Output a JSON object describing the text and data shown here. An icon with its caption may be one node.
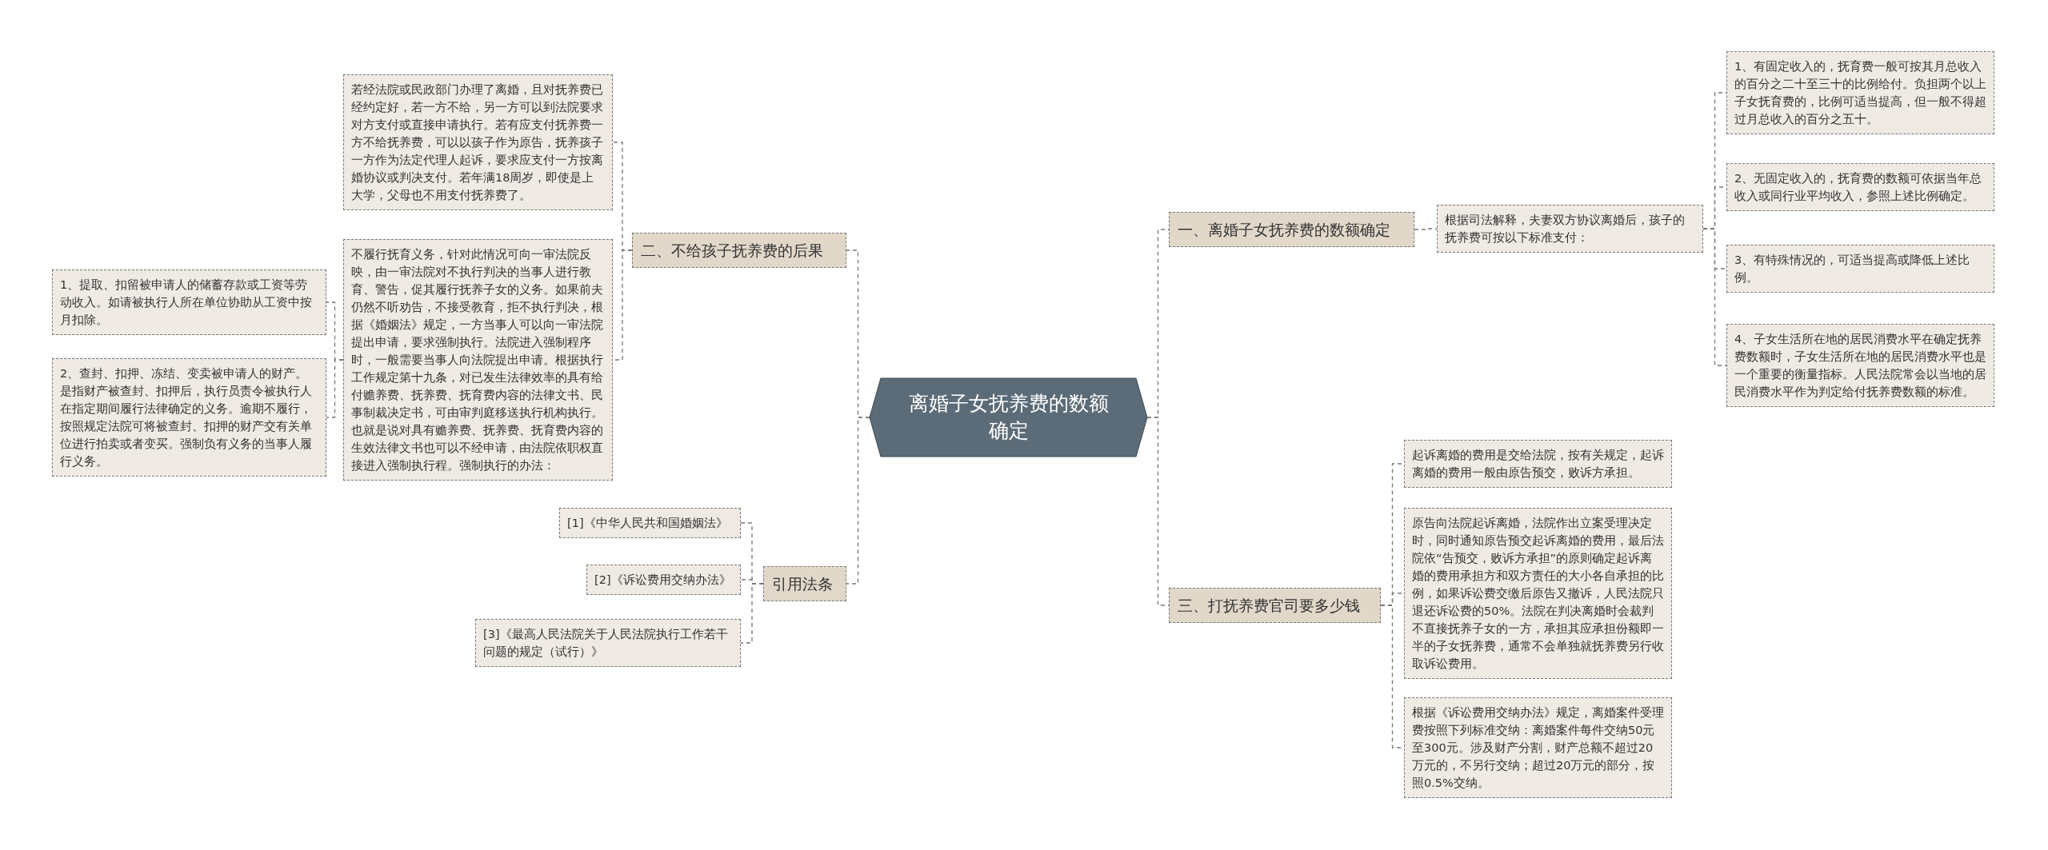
{
  "diagram": {
    "nodes": [
      {
        "text": [
          "离婚子女抚养费的数额确定"
        ]
      },
      {
        "text": [
          "一、离婚子女抚养费的数额确定"
        ]
      },
      {
        "text": [
          "根据司法解释，夫妻双方协议离婚后，孩子的抚养费可按以下标准支付："
        ]
      },
      {
        "text": [
          "1、有固定收入的，抚育费一般可按其月总收入的百分之二十至三十的比例给付。负担两个以上子女抚育费的，比例可适当提高，但一般不得超过月总收入的百分之五十。"
        ]
      },
      {
        "text": [
          "2、无固定收入的，抚育费的数额可依据当年总收入或同行业平均收入，参照上述比例确定。"
        ]
      },
      {
        "text": [
          "3、有特殊情况的，可适当提高或降低上述比例。"
        ]
      },
      {
        "text": [
          "4、子女生活所在地的居民消费水平在确定抚养费数额时，子女生活所在地的居民消费水平也是一个重要的衡量指标。人民法院常会以当地的居民消费水平作为判定给付抚养费数额的标准。"
        ]
      },
      {
        "text": [
          "二、不给孩子抚养费的后果"
        ]
      },
      {
        "text": [
          "若经法院或民政部门办理了离婚，且对抚养费已经约定好，若一方不给，另一方可以到法院要求对方支付或直接申请执行。若有应支付抚养费一方不给抚养费，可以以孩子作为原告，抚养孩子一方作为法定代理人起诉，要求应支付一方按离婚协议或判决支付。若年满18周岁，即使是上大学，父母也不用支付抚养费了。"
        ]
      },
      {
        "text": [
          "不履行抚育义务，针对此情况可向一审法院反映，由一审法院对不执行判决的当事人进行教育、警告，促其履行抚养子女的义务。如果前夫仍然不听劝告，不接受教育，拒不执行判决，根据《婚姻法》规定，一方当事人可以向一审法院提出申请，要求强制执行。法院进入强制程序时，一般需要当事人向法院提出申请。根据执行工作规定第十九条，对已发生法律效率的具有给付赡养费、抚养费、抚育费内容的法律文书、民事制裁决定书，可由审判庭移送执行机构执行。也就是说对具有赡养费、抚养费、抚育费内容的生效法律文书也可以不经申请，由法院依职权直接进入强制执行程。强制执行的办法："
        ]
      },
      {
        "text": [
          "1、提取、扣留被申请人的储蓄存款或工资等劳动收入。如请被执行人所在单位协助从工资中按月扣除。"
        ]
      },
      {
        "text": [
          "2、查封、扣押、冻结、变卖被申请人的财产。是指财产被查封、扣押后，执行员责令被执行人在指定期间履行法律确定的义务。逾期不履行，按照规定法院可将被查封、扣押的财产交有关单位进行拍卖或者变买。强制负有义务的当事人履行义务。"
        ]
      },
      {
        "text": [
          "引用法条"
        ]
      },
      {
        "text": [
          "[1]《中华人民共和国婚姻法》"
        ]
      },
      {
        "text": [
          "[2]《诉讼费用交纳办法》"
        ]
      },
      {
        "text": [
          "[3]《最高人民法院关于人民法院执行工作若干问题的规定（试行）》"
        ]
      },
      {
        "text": [
          "三、打抚养费官司要多少钱"
        ]
      },
      {
        "text": [
          "起诉离婚的费用是交给法院，按有关规定，起诉离婚的费用一般由原告预交，败诉方承担。"
        ]
      },
      {
        "text": [
          "原告向法院起诉离婚，法院作出立案受理决定时，同时通知原告预交起诉离婚的费用，最后法院依“告预交，败诉方承担”的原则确定起诉离婚的费用承担方和双方责任的大小各自承担的比例，如果诉讼费交缴后原告又撤诉，人民法院只退还诉讼费的50%。法院在判决离婚时会裁判不直接抚养子女的一方，承担其应承担份额即一半的子女抚养费，通常不会单独就抚养费另行收取诉讼费用。"
        ]
      },
      {
        "text": [
          "根据《诉讼费用交纳办法》规定，离婚案件受理费按照下列标准交纳：离婚案件每件交纳50元至300元。涉及财产分割，财产总额不超过20万元的，不另行交纳；超过20万元的部分，按照0.5%交纳。"
        ]
      }
    ],
    "edges": [
      {
        "from": 0,
        "to": 1,
        "arrow": "none",
        "style": "dashed"
      },
      {
        "from": 1,
        "to": 2,
        "arrow": "none",
        "style": "dashed"
      },
      {
        "from": 2,
        "to": 3,
        "arrow": "none",
        "style": "dashed"
      },
      {
        "from": 2,
        "to": 4,
        "arrow": "none",
        "style": "dashed"
      },
      {
        "from": 2,
        "to": 5,
        "arrow": "none",
        "style": "dashed"
      },
      {
        "from": 2,
        "to": 6,
        "arrow": "none",
        "style": "dashed"
      },
      {
        "from": 0,
        "to": 7,
        "arrow": "none",
        "style": "dashed"
      },
      {
        "from": 7,
        "to": 8,
        "arrow": "none",
        "style": "dashed"
      },
      {
        "from": 7,
        "to": 9,
        "arrow": "none",
        "style": "dashed"
      },
      {
        "from": 9,
        "to": 10,
        "arrow": "none",
        "style": "dashed"
      },
      {
        "from": 9,
        "to": 11,
        "arrow": "none",
        "style": "dashed"
      },
      {
        "from": 0,
        "to": 12,
        "arrow": "none",
        "style": "dashed"
      },
      {
        "from": 12,
        "to": 13,
        "arrow": "none",
        "style": "dashed"
      },
      {
        "from": 12,
        "to": 14,
        "arrow": "none",
        "style": "dashed"
      },
      {
        "from": 12,
        "to": 15,
        "arrow": "none",
        "style": "dashed"
      },
      {
        "from": 0,
        "to": 16,
        "arrow": "none",
        "style": "dashed"
      },
      {
        "from": 16,
        "to": 17,
        "arrow": "none",
        "style": "dashed"
      },
      {
        "from": 16,
        "to": 18,
        "arrow": "none",
        "style": "dashed"
      },
      {
        "from": 16,
        "to": 19,
        "arrow": "none",
        "style": "dashed"
      }
    ]
  }
}
